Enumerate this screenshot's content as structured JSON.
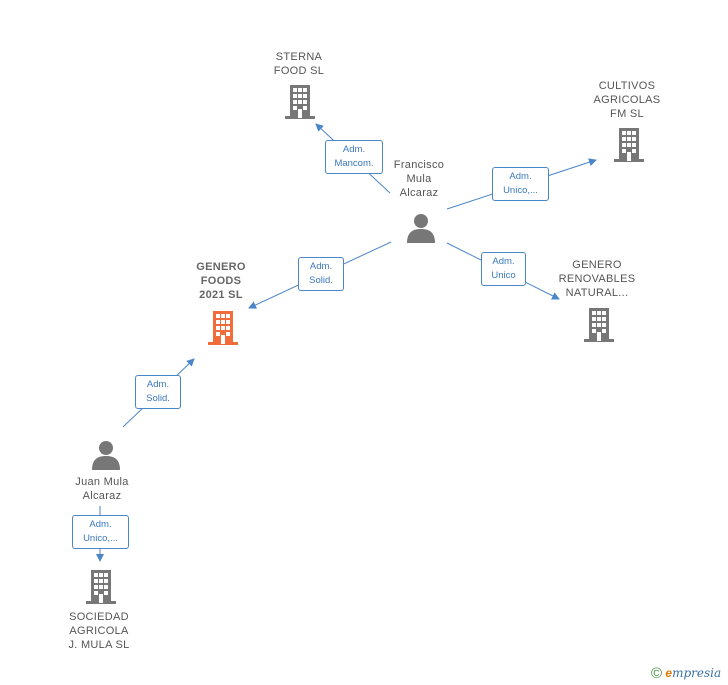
{
  "colors": {
    "edge": "#4a86c8",
    "node": "#777777",
    "focus": "#f26b3a"
  },
  "nodes": {
    "sterna": {
      "lines": [
        "STERNA",
        "FOOD SL"
      ]
    },
    "cultivos": {
      "lines": [
        "CULTIVOS",
        "AGRICOLAS",
        "FM  SL"
      ]
    },
    "francisco": {
      "lines": [
        "Francisco",
        "Mula",
        "Alcaraz"
      ]
    },
    "genero_foods": {
      "lines": [
        "GENERO",
        "FOODS",
        "2021  SL"
      ]
    },
    "genero_renov": {
      "lines": [
        "GENERO",
        "RENOVABLES",
        "NATURAL..."
      ]
    },
    "juan": {
      "lines": [
        "Juan Mula",
        "Alcaraz"
      ]
    },
    "sociedad": {
      "lines": [
        "SOCIEDAD",
        "AGRICOLA",
        "J. MULA  SL"
      ]
    }
  },
  "edges": {
    "e1": {
      "lines": [
        "Adm.",
        "Mancom."
      ]
    },
    "e2": {
      "lines": [
        "Adm.",
        "Unico,..."
      ]
    },
    "e3": {
      "lines": [
        "Adm.",
        "Solid."
      ]
    },
    "e4": {
      "lines": [
        "Adm.",
        "Unico"
      ]
    },
    "e5": {
      "lines": [
        "Adm.",
        "Solid."
      ]
    },
    "e6": {
      "lines": [
        "Adm.",
        "Unico,..."
      ]
    }
  },
  "brand": {
    "copyright": "©",
    "e": "e",
    "rest": "mpresia"
  }
}
